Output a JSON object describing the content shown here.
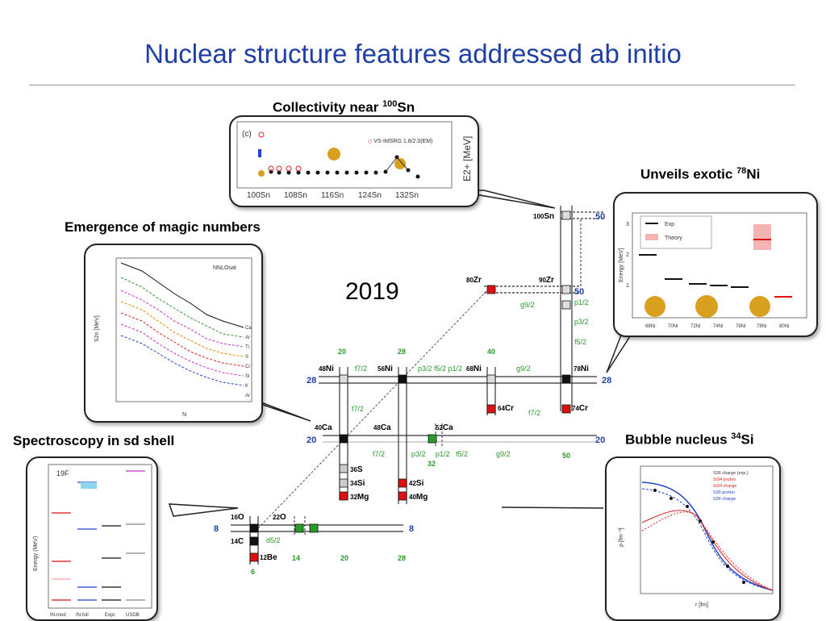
{
  "title": "Nuclear structure features addressed ab initio",
  "year": "2019",
  "callouts": {
    "collectivity": {
      "text": "Collectivity near ",
      "mass": "100",
      "elem": "Sn"
    },
    "exotic_ni": {
      "text": "Unveils exotic ",
      "mass": "78",
      "elem": "Ni"
    },
    "magic": {
      "text": "Emergence of magic numbers"
    },
    "sd_shell": {
      "text": "Spectroscopy in sd shell"
    },
    "bubble": {
      "text": "Bubble nucleus ",
      "mass": "34",
      "elem": "Si"
    }
  },
  "chart_nuclides": {
    "magic_numbers_z": [
      "8",
      "20",
      "28",
      "50"
    ],
    "magic_numbers_n": [
      "8",
      "20",
      "28",
      "50"
    ],
    "neutron_numbers_top": [
      "20",
      "28",
      "40"
    ],
    "bottom_numbers": [
      "14",
      "20",
      "28",
      "32",
      "50"
    ],
    "nuclei": [
      {
        "mass": "100",
        "elem": "Sn"
      },
      {
        "mass": "90",
        "elem": "Zr"
      },
      {
        "mass": "80",
        "elem": "Zr"
      },
      {
        "mass": "78",
        "elem": "Ni"
      },
      {
        "mass": "48",
        "elem": "Ni"
      },
      {
        "mass": "56",
        "elem": "Ni"
      },
      {
        "mass": "68",
        "elem": "Ni"
      },
      {
        "mass": "64",
        "elem": "Cr"
      },
      {
        "mass": "74",
        "elem": "Cr"
      },
      {
        "mass": "40",
        "elem": "Ca"
      },
      {
        "mass": "48",
        "elem": "Ca"
      },
      {
        "mass": "52",
        "elem": "Ca"
      },
      {
        "mass": "36",
        "elem": "S"
      },
      {
        "mass": "34",
        "elem": "Si"
      },
      {
        "mass": "42",
        "elem": "Si"
      },
      {
        "mass": "32",
        "elem": "Mg"
      },
      {
        "mass": "40",
        "elem": "Mg"
      },
      {
        "mass": "16",
        "elem": "O"
      },
      {
        "mass": "22",
        "elem": "O"
      },
      {
        "mass": "14",
        "elem": "C"
      },
      {
        "mass": "12",
        "elem": "Be"
      }
    ],
    "orbitals": [
      "g9/2",
      "p1/2",
      "p3/2",
      "f5/2",
      "f7/2",
      "p3/2 f5/2 p1/2",
      "d5/2"
    ]
  },
  "panel_sn": {
    "legend": "VS-IMSRG 1.8/2.0(EM)",
    "tag": "(c)",
    "ylabel": "E2+ [MeV]",
    "x_labels": [
      "100Sn",
      "108Sn",
      "116Sn",
      "124Sn",
      "132Sn"
    ]
  },
  "panel_ni78": {
    "legend": [
      "Exp",
      "Theory"
    ],
    "ylabel": "Energy [MeV]",
    "x_labels": [
      "68Ni",
      "70Ni",
      "72Ni",
      "74Ni",
      "76Ni",
      "78Ni",
      "80Ni"
    ],
    "y_ticks": [
      "1",
      "2",
      "3"
    ]
  },
  "panel_magic": {
    "tag": "NNLOsat",
    "ylabel": "S2n [MeV]",
    "xlabel": "N",
    "curves": [
      "Ca",
      "Ar",
      "Ti",
      "S",
      "Cr",
      "Si",
      "K",
      "Ar"
    ]
  },
  "panel_sd": {
    "tag": "19F",
    "ylabel": "Energy (MeV)",
    "columns": [
      "IN-mod",
      "IN-full",
      "Expt.",
      "USDB"
    ]
  },
  "panel_bubble": {
    "legend": [
      "S36 charge (exp.)",
      "Si34 proton",
      "Si34 charge",
      "S36 proton",
      "S36 charge"
    ],
    "ylabel": "ρ [fm⁻³]",
    "xlabel": "r [fm]"
  },
  "colors": {
    "title": "#1f3fa6",
    "red": "#dd1111",
    "green": "#2a9a2a",
    "black": "#111111",
    "grey": "#cccccc"
  }
}
